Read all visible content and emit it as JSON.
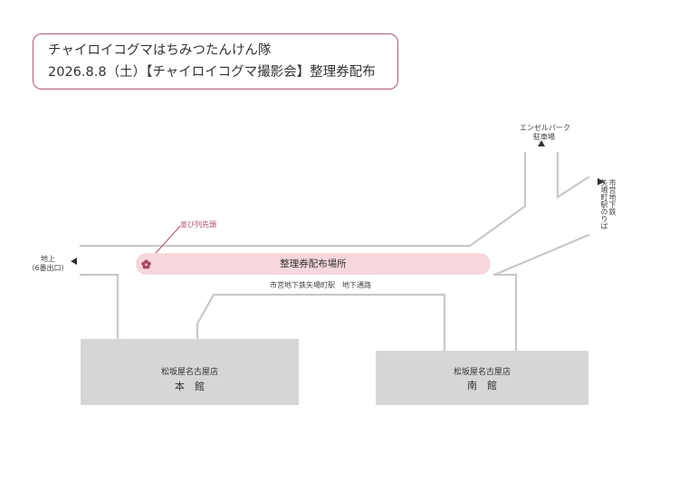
{
  "header": {
    "line1": "チャイロイコグマはちみつたんけん隊",
    "line2": "2026.8.8（土）【チャイロイコグマ撮影会】整理券配布"
  },
  "map": {
    "angel_park": "エンゼルパーク",
    "parking": "駐車場",
    "subway_line1": "市営地下鉄",
    "subway_line2": "矢場町駅のりば",
    "ground_line1": "地上",
    "ground_line2": "（6番出口）",
    "queue_head": "並び列先頭",
    "distribution_area": "整理券配布場所",
    "underpass": "市営地下鉄矢場町駅　地下通路",
    "main_bldg_name": "松坂屋名古屋店",
    "main_bldg_sub": "本　館",
    "south_bldg_name": "松坂屋名古屋店",
    "south_bldg_sub": "南　館"
  },
  "colors": {
    "accent": "#b05a6e",
    "pill": "#f6d7dc",
    "flower": "#a94a63",
    "building": "#d6d6d6",
    "line": "#c8c8c8"
  }
}
